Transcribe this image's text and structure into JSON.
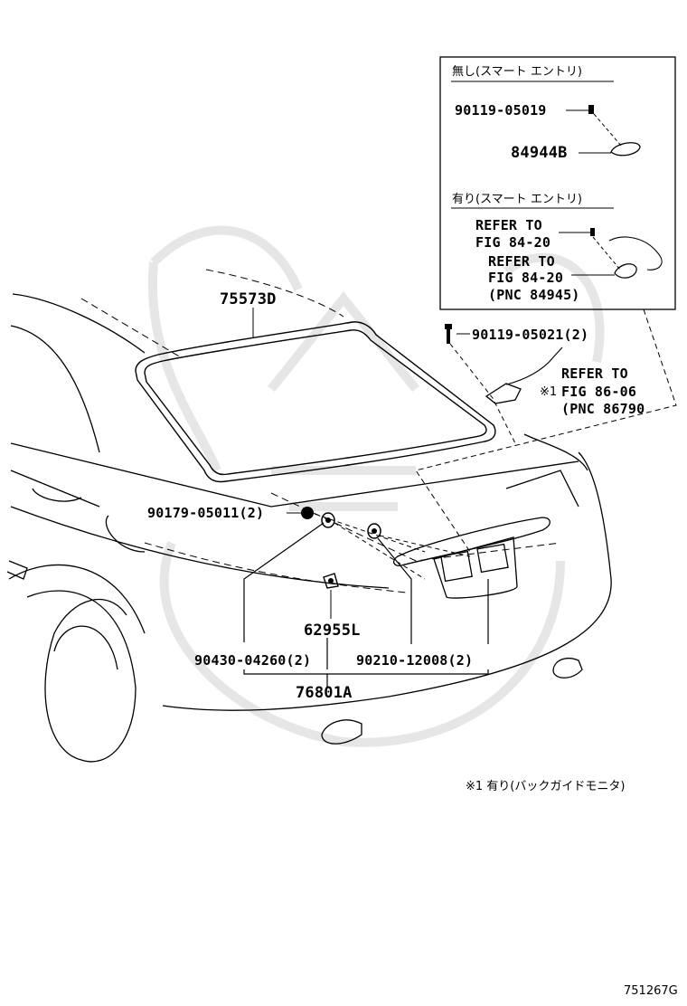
{
  "inset": {
    "header_without": "無し(スマート エントリ)",
    "header_with": "有り(スマート エントリ)",
    "part_screw": "90119-05019",
    "part_cover": "84944B",
    "refer1_line1": "REFER TO",
    "refer1_line2": "FIG 84-20",
    "refer2_line1": "REFER TO",
    "refer2_line2": "FIG 84-20",
    "refer2_line3": "(PNC 84945)"
  },
  "labels": {
    "weatherstrip": "75573D",
    "screw_upper": "90119-05021(2)",
    "refer3_line1": "REFER TO",
    "refer3_mark": "※1",
    "refer3_line2": "FIG 86-06",
    "refer3_line3": "(PNC 86790",
    "clip_left": "90179-05011(2)",
    "bumper_part": "62955L",
    "nut_left": "90430-04260(2)",
    "nut_right": "90210-12008(2)",
    "garnish": "76801A"
  },
  "footnote": "※1 有り(バックガイドモニタ)",
  "figure_number": "751267G"
}
